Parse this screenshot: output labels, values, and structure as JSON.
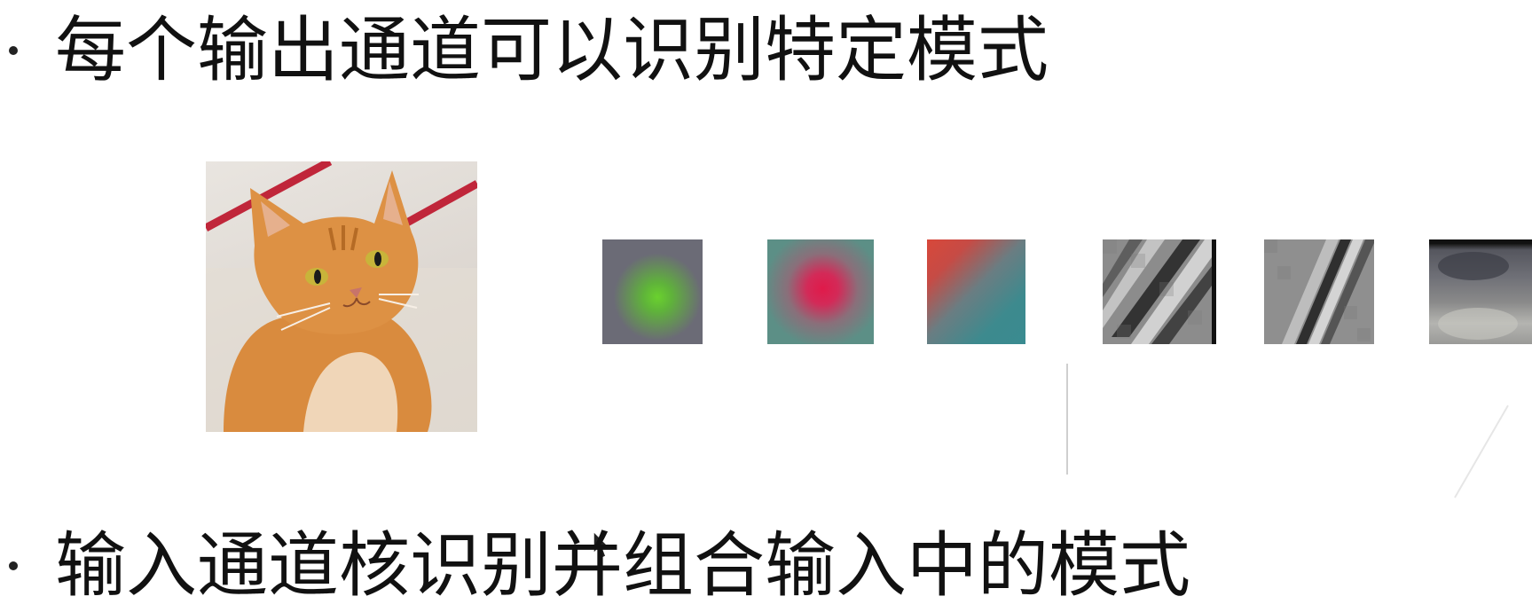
{
  "slide": {
    "bullets": [
      "每个输出通道可以识别特定模式",
      "输入通道核识别并组合输入中的模式"
    ]
  },
  "images": {
    "input": "cat-photo",
    "kernels": [
      {
        "name": "green-blob-kernel",
        "colors": [
          "#6b6b76",
          "#6ad12e"
        ]
      },
      {
        "name": "red-blob-kernel",
        "colors": [
          "#5c8f86",
          "#e01a4a"
        ]
      },
      {
        "name": "red-teal-gradient-kernel",
        "colors": [
          "#d8483a",
          "#3a8b90"
        ]
      },
      {
        "name": "diagonal-edge-kernel",
        "colors": [
          "#8b8b8b",
          "#1a1a1a",
          "#e8e8e8"
        ]
      },
      {
        "name": "diagonal-stripes-kernel",
        "colors": [
          "#8e8e8e",
          "#2b2b2b",
          "#d7d7d7"
        ]
      },
      {
        "name": "dark-top-kernel",
        "colors": [
          "#141414",
          "#b4b4b0"
        ]
      }
    ]
  }
}
